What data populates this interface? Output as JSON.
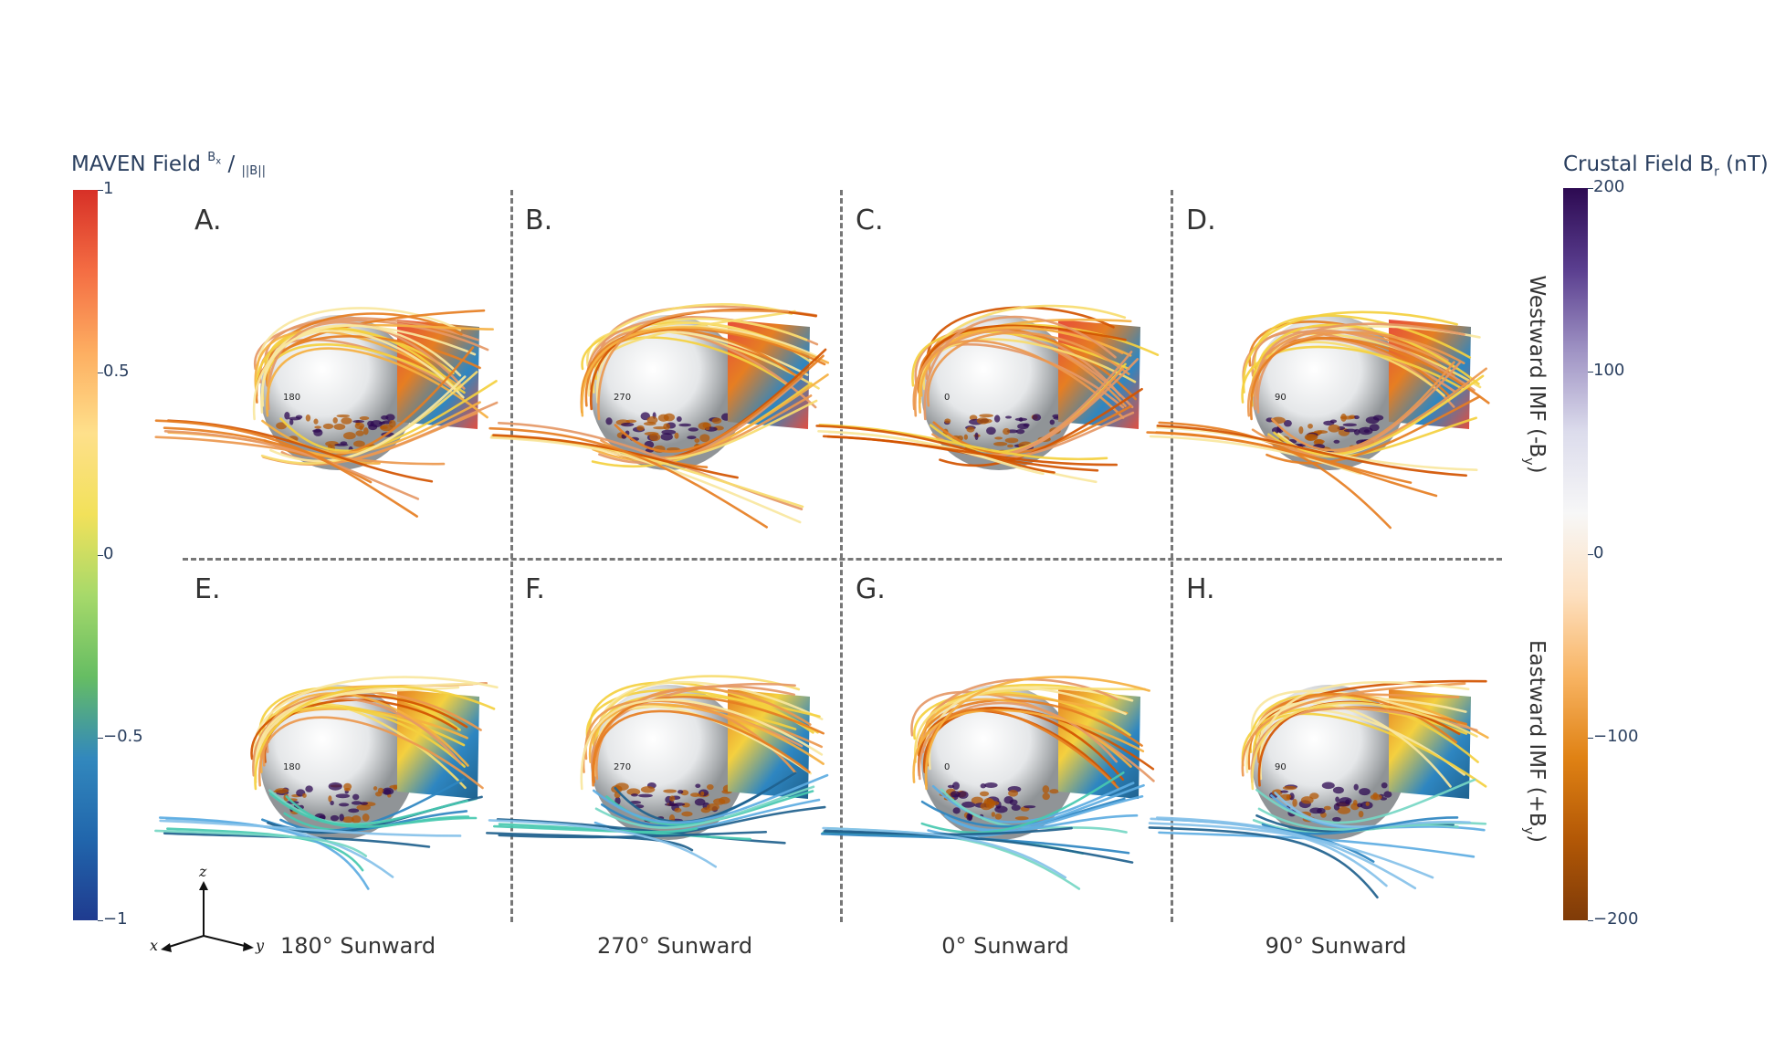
{
  "left_colorbar": {
    "title_main": "MAVEN Field ",
    "title_sup": "B",
    "title_sup_sub": "x",
    "title_sep": " / ",
    "title_denom": "||B||",
    "ticks": [
      "1",
      "0.5",
      "0",
      "−0.5",
      "−1"
    ],
    "tick_values": [
      1,
      0.5,
      0,
      -0.5,
      -1
    ],
    "colors": [
      "#d73027",
      "#f46d43",
      "#fdae61",
      "#fee08b",
      "#f2e15a",
      "#a6d96a",
      "#66bd63",
      "#3288bd",
      "#2166ac",
      "#1f3b8f"
    ]
  },
  "right_colorbar": {
    "title_main": "Crustal Field B",
    "title_sub": "r",
    "title_unit": " (nT)",
    "ticks": [
      "200",
      "100",
      "0",
      "−100",
      "−200"
    ],
    "tick_values": [
      200,
      100,
      0,
      -100,
      -200
    ],
    "colors": [
      "#2d0a52",
      "#5a3e8f",
      "#9f93c4",
      "#dcdcec",
      "#f7f7f7",
      "#fde0c0",
      "#f8b463",
      "#e08214",
      "#b35806",
      "#7f3b08"
    ]
  },
  "panels": {
    "top": [
      "A.",
      "B.",
      "C.",
      "D."
    ],
    "bottom": [
      "E.",
      "F.",
      "G.",
      "H."
    ]
  },
  "column_labels": [
    "180° Sunward",
    "270° Sunward",
    "0° Sunward",
    "90° Sunward"
  ],
  "row_labels": {
    "top": "Westward IMF (-B",
    "top_sub": "y",
    "top_end": ")",
    "bottom": "Eastward IMF (+B",
    "bottom_sub": "y",
    "bottom_end": ")"
  },
  "globe_longitudes": {
    "top": [
      "180",
      "270",
      "0",
      "90"
    ],
    "bottom": [
      "180",
      "270",
      "0",
      "90"
    ]
  },
  "axes_triad": {
    "z": "z",
    "x": "x",
    "y": "y"
  }
}
